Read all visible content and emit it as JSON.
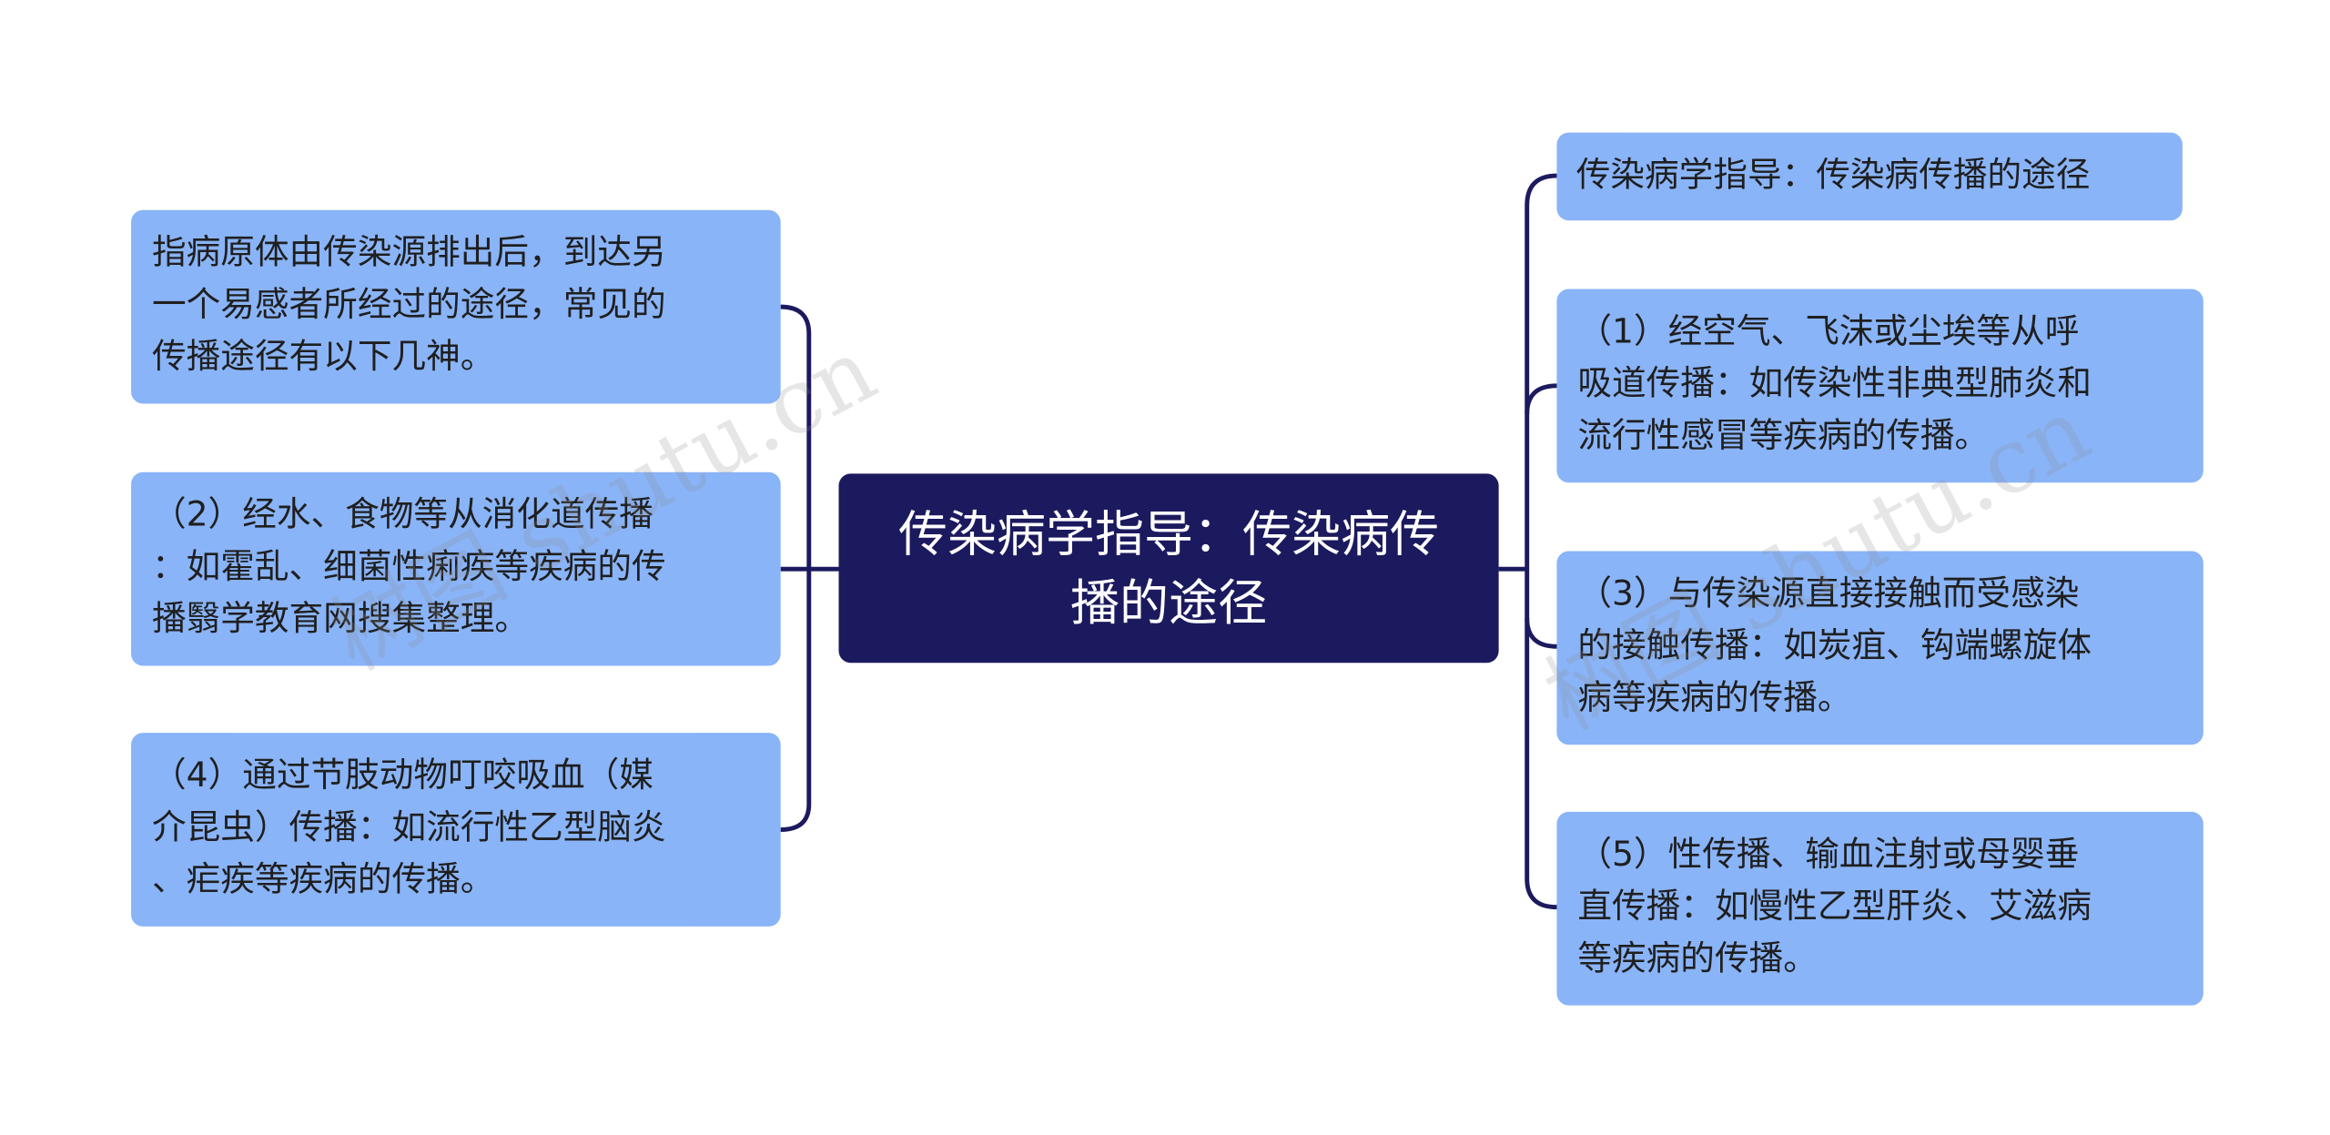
{
  "diagram": {
    "colors": {
      "center_fill": "#1c1a5e",
      "branch_fill": "#8ab4f8",
      "connector": "#1c1a5e",
      "center_text": "#ffffff",
      "branch_text": "#1f1f1f"
    },
    "center": {
      "text": "传染病学指导：传染病传\n播的途径"
    },
    "left_branches": [
      {
        "text": "指病原体由传染源排出后，到达另\n一个易感者所经过的途径，常见的\n传播途径有以下几神。"
      },
      {
        "text": "（2）经水、食物等从消化道传播\n：如霍乱、细菌性痢疾等疾病的传\n播翳学教育网搜集整理。"
      },
      {
        "text": "（4）通过节肢动物叮咬吸血（媒\n介昆虫）传播：如流行性乙型脑炎\n、疟疾等疾病的传播。"
      }
    ],
    "right_branches": [
      {
        "text": "传染病学指导：传染病传播的途径"
      },
      {
        "text": "（1）经空气、飞沫或尘埃等从呼\n吸道传播：如传染性非典型肺炎和\n流行性感冒等疾病的传播。"
      },
      {
        "text": "（3）与传染源直接接触而受感染\n的接触传播：如炭疽、钩端螺旋体\n病等疾病的传播。"
      },
      {
        "text": "（5）性传播、输血注射或母婴垂\n直传播：如慢性乙型肝炎、艾滋病\n等疾病的传播。"
      }
    ],
    "watermarks": [
      "树图 shutu.cn",
      "树图 shutu.cn"
    ]
  }
}
